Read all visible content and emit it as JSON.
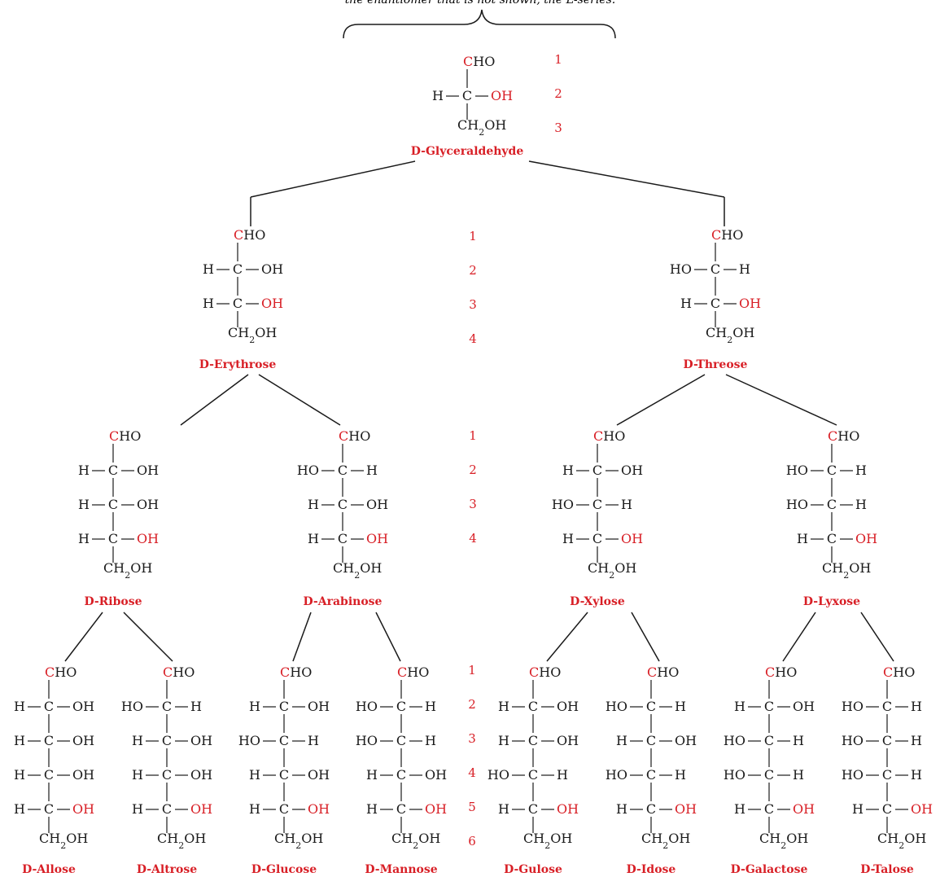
{
  "caption": "the enantiomer that is not shown, the L-series.",
  "colors": {
    "highlight": "#d81f26",
    "ink": "#1a1a1a"
  },
  "sugars": [
    {
      "id": "glyceraldehyde",
      "name": "D-Glyceraldehyde",
      "subs": [
        [
          "H",
          "OH"
        ]
      ]
    },
    {
      "id": "erythrose",
      "name": "D-Erythrose",
      "subs": [
        [
          "H",
          "OH"
        ],
        [
          "H",
          "OH"
        ]
      ]
    },
    {
      "id": "threose",
      "name": "D-Threose",
      "subs": [
        [
          "HO",
          "H"
        ],
        [
          "H",
          "OH"
        ]
      ]
    },
    {
      "id": "ribose",
      "name": "D-Ribose",
      "subs": [
        [
          "H",
          "OH"
        ],
        [
          "H",
          "OH"
        ],
        [
          "H",
          "OH"
        ]
      ]
    },
    {
      "id": "arabinose",
      "name": "D-Arabinose",
      "subs": [
        [
          "HO",
          "H"
        ],
        [
          "H",
          "OH"
        ],
        [
          "H",
          "OH"
        ]
      ]
    },
    {
      "id": "xylose",
      "name": "D-Xylose",
      "subs": [
        [
          "H",
          "OH"
        ],
        [
          "HO",
          "H"
        ],
        [
          "H",
          "OH"
        ]
      ]
    },
    {
      "id": "lyxose",
      "name": "D-Lyxose",
      "subs": [
        [
          "HO",
          "H"
        ],
        [
          "HO",
          "H"
        ],
        [
          "H",
          "OH"
        ]
      ]
    },
    {
      "id": "allose",
      "name": "D-Allose",
      "subs": [
        [
          "H",
          "OH"
        ],
        [
          "H",
          "OH"
        ],
        [
          "H",
          "OH"
        ],
        [
          "H",
          "OH"
        ]
      ]
    },
    {
      "id": "altrose",
      "name": "D-Altrose",
      "subs": [
        [
          "HO",
          "H"
        ],
        [
          "H",
          "OH"
        ],
        [
          "H",
          "OH"
        ],
        [
          "H",
          "OH"
        ]
      ]
    },
    {
      "id": "glucose",
      "name": "D-Glucose",
      "subs": [
        [
          "H",
          "OH"
        ],
        [
          "HO",
          "H"
        ],
        [
          "H",
          "OH"
        ],
        [
          "H",
          "OH"
        ]
      ]
    },
    {
      "id": "mannose",
      "name": "D-Mannose",
      "subs": [
        [
          "HO",
          "H"
        ],
        [
          "HO",
          "H"
        ],
        [
          "H",
          "OH"
        ],
        [
          "H",
          "OH"
        ]
      ]
    },
    {
      "id": "gulose",
      "name": "D-Gulose",
      "subs": [
        [
          "H",
          "OH"
        ],
        [
          "H",
          "OH"
        ],
        [
          "HO",
          "H"
        ],
        [
          "H",
          "OH"
        ]
      ]
    },
    {
      "id": "idose",
      "name": "D-Idose",
      "subs": [
        [
          "HO",
          "H"
        ],
        [
          "H",
          "OH"
        ],
        [
          "HO",
          "H"
        ],
        [
          "H",
          "OH"
        ]
      ]
    },
    {
      "id": "galactose",
      "name": "D-Galactose",
      "subs": [
        [
          "H",
          "OH"
        ],
        [
          "HO",
          "H"
        ],
        [
          "HO",
          "H"
        ],
        [
          "H",
          "OH"
        ]
      ]
    },
    {
      "id": "talose",
      "name": "D-Talose",
      "subs": [
        [
          "HO",
          "H"
        ],
        [
          "HO",
          "H"
        ],
        [
          "HO",
          "H"
        ],
        [
          "H",
          "OH"
        ]
      ]
    }
  ],
  "carbon_numbers": {
    "triose": [
      "1",
      "2",
      "3"
    ],
    "tetrose": [
      "1",
      "2",
      "3",
      "4"
    ],
    "pentose": [
      "1",
      "2",
      "3",
      "4"
    ],
    "hexose": [
      "1",
      "2",
      "3",
      "4",
      "5",
      "6"
    ]
  }
}
